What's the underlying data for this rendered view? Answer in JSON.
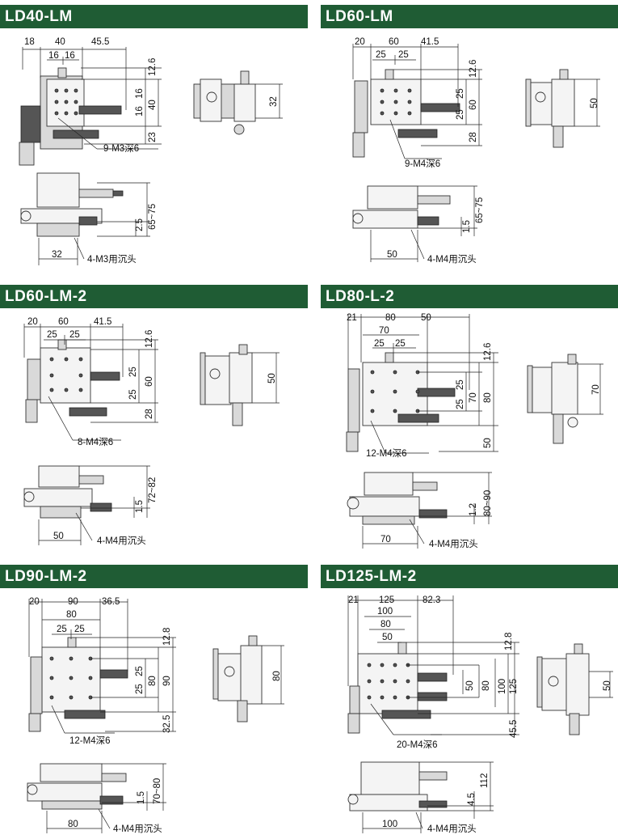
{
  "colors": {
    "header": "#1f5c34",
    "header_text": "#ffffff"
  },
  "sections": [
    {
      "title": "LD40-LM",
      "top_dims": [
        "18",
        "40",
        "45.5"
      ],
      "inner_dims": [
        "16",
        "16"
      ],
      "right_dims": [
        "12.6",
        "16",
        "16",
        "40",
        "23"
      ],
      "hole_note": "9-M3深6",
      "side_dim": "32",
      "front_vert": "2.5",
      "front_range": "65~75",
      "front_width": "32",
      "mount_note": "4-M3用沉头"
    },
    {
      "title": "LD60-LM",
      "top_dims": [
        "20",
        "60",
        "41.5"
      ],
      "inner_dims": [
        "25",
        "25"
      ],
      "right_dims": [
        "12.6",
        "25",
        "25",
        "60",
        "28"
      ],
      "hole_note": "9-M4深6",
      "side_dim": "50",
      "front_vert": "1.5",
      "front_range": "65~75",
      "front_width": "50",
      "mount_note": "4-M4用沉头"
    },
    {
      "title": "LD60-LM-2",
      "top_dims": [
        "20",
        "60",
        "41.5"
      ],
      "inner_dims": [
        "25",
        "25"
      ],
      "right_dims": [
        "12.6",
        "25",
        "25",
        "60",
        "28"
      ],
      "hole_note": "8-M4深6",
      "side_dim": "50",
      "front_vert": "1.5",
      "front_range": "72~82",
      "front_width": "50",
      "mount_note": "4-M4用沉头"
    },
    {
      "title": "LD80-L-2",
      "top_dims": [
        "21",
        "80",
        "50"
      ],
      "second_dim": "70",
      "inner_dims": [
        "25",
        "25"
      ],
      "right_dims": [
        "12.6",
        "25",
        "25",
        "70",
        "80",
        "50"
      ],
      "hole_note": "12-M4深6",
      "side_dim": "70",
      "front_vert": "1.2",
      "front_range": "80~90",
      "front_width": "70",
      "mount_note": "4-M4用沉头"
    },
    {
      "title": "LD90-LM-2",
      "top_dims": [
        "20",
        "90",
        "36.5"
      ],
      "second_dim": "80",
      "inner_dims": [
        "25",
        "25"
      ],
      "right_dims": [
        "12.8",
        "25",
        "25",
        "80",
        "90",
        "32.5"
      ],
      "hole_note": "12-M4深6",
      "side_dim": "80",
      "front_vert": "1.5",
      "front_range": "70~80",
      "front_width": "80",
      "mount_note": "4-M4用沉头"
    },
    {
      "title": "LD125-LM-2",
      "top_dims": [
        "21",
        "125",
        "82.3"
      ],
      "second_dim": "100",
      "third_dim": "80",
      "fourth_dim": "50",
      "right_dims": [
        "12.8",
        "50",
        "80",
        "100",
        "125",
        "45.5"
      ],
      "hole_note": "20-M4深6",
      "side_dim": "50",
      "front_vert": "4.5",
      "front_range": "112",
      "front_width": "100",
      "mount_note": "4-M4用沉头"
    }
  ]
}
